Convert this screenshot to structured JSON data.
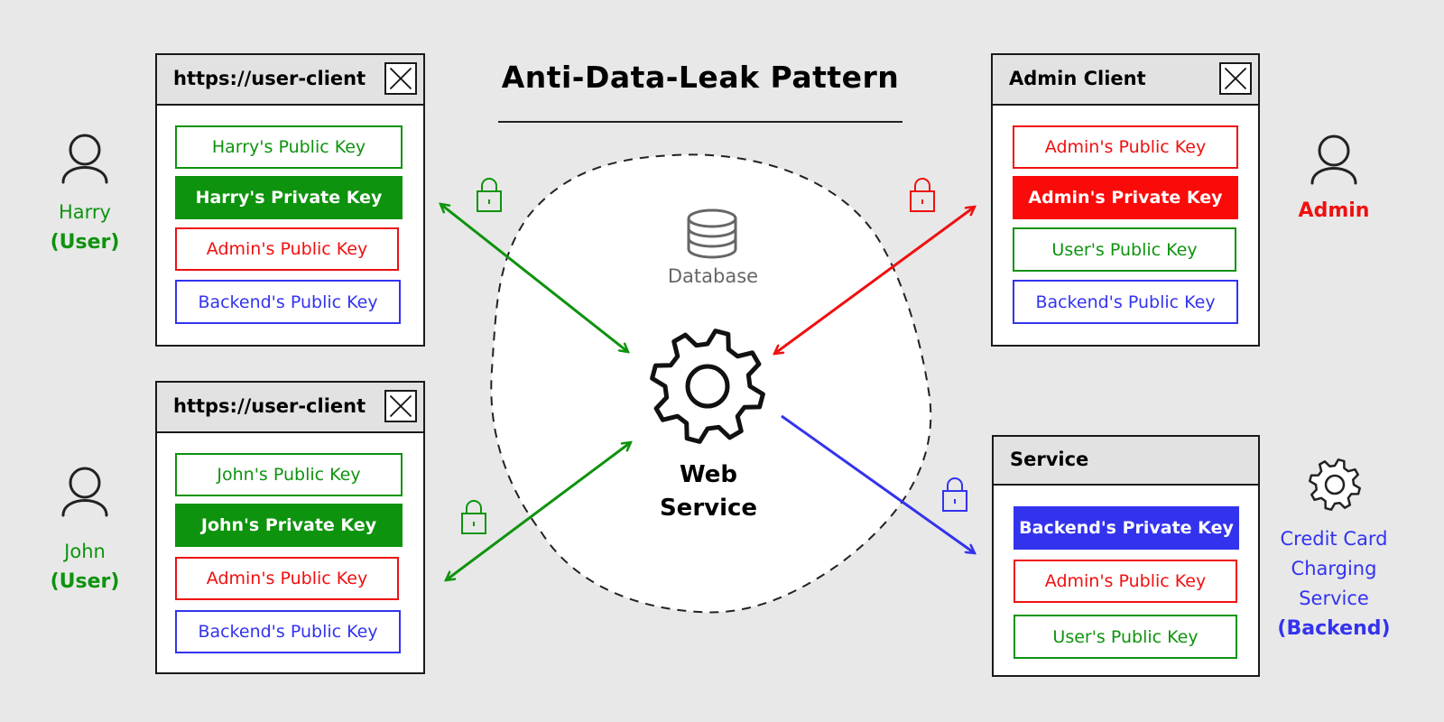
{
  "title": "Anti-Data-Leak Pattern",
  "colors": {
    "user_green": "#0e930e",
    "admin_red": "#f01010",
    "backend_blue": "#3333ee",
    "background": "#e8e8e8",
    "database_gray": "#666666"
  },
  "center": {
    "database_icon": "database-icon",
    "database_label": "Database",
    "service_icon": "gear-icon",
    "service_label_line1": "Web",
    "service_label_line2": "Service"
  },
  "panels": {
    "harry": {
      "title": "https://user-client",
      "keys": [
        "Harry's Public Key",
        "Harry's Private Key",
        "Admin's Public Key",
        "Backend's Public Key"
      ]
    },
    "john": {
      "title": "https://user-client",
      "keys": [
        "John's Public Key",
        "John's Private Key",
        "Admin's Public Key",
        "Backend's Public Key"
      ]
    },
    "admin": {
      "title": "Admin Client",
      "keys": [
        "Admin's Public Key",
        "Admin's Private Key",
        "User's Public Key",
        "Backend's Public Key"
      ]
    },
    "service": {
      "title": "Service",
      "keys": [
        "Backend's Private Key",
        "Admin's Public Key",
        "User's Public Key"
      ]
    }
  },
  "actors": {
    "harry": {
      "name": "Harry",
      "role": "(User)",
      "icon": "user-icon"
    },
    "john": {
      "name": "John",
      "role": "(User)",
      "icon": "user-icon"
    },
    "admin": {
      "name": "Admin",
      "icon": "user-icon"
    },
    "backend": {
      "line1": "Credit Card",
      "line2": "Charging",
      "line3": "Service",
      "role": "(Backend)",
      "icon": "gear-icon"
    }
  },
  "connections": [
    {
      "from": "Harry client",
      "to": "Web Service",
      "color": "green",
      "icon": "lock-icon"
    },
    {
      "from": "John client",
      "to": "Web Service",
      "color": "green",
      "icon": "lock-icon"
    },
    {
      "from": "Admin client",
      "to": "Web Service",
      "color": "red",
      "icon": "lock-icon"
    },
    {
      "from": "Web Service",
      "to": "Service",
      "color": "blue",
      "icon": "lock-icon"
    }
  ]
}
